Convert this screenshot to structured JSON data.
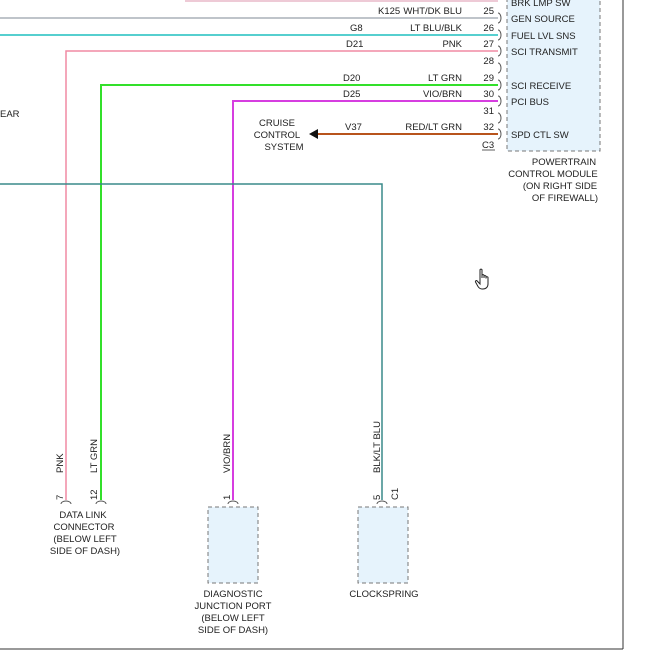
{
  "pcm": {
    "title_lines": [
      "POWERTRAIN",
      "CONTROL MODULE",
      "(ON RIGHT SIDE",
      "OF FIREWALL)"
    ],
    "pins": [
      {
        "circuit": "K125",
        "color": "WHT/DK BLU",
        "num": "25",
        "label": "GEN SOURCE"
      },
      {
        "circuit": "G8",
        "color": "LT BLU/BLK",
        "num": "26",
        "label": "FUEL LVL SNS"
      },
      {
        "circuit": "D21",
        "color": "PNK",
        "num": "27",
        "label": "SCI TRANSMIT"
      },
      {
        "circuit": "",
        "color": "",
        "num": "28",
        "label": ""
      },
      {
        "circuit": "D20",
        "color": "LT GRN",
        "num": "29",
        "label": "SCI RECEIVE"
      },
      {
        "circuit": "D25",
        "color": "VIO/BRN",
        "num": "30",
        "label": "PCI BUS"
      },
      {
        "circuit": "",
        "color": "",
        "num": "31",
        "label": ""
      },
      {
        "circuit": "V37",
        "color": "RED/LT GRN",
        "num": "32",
        "label": "SPD CTL SW"
      }
    ],
    "partial_top_label": "BRK LMP SW",
    "connector_id": "C3"
  },
  "left_cut_text": "EAR",
  "cruise": {
    "lines": [
      "CRUISE",
      "CONTROL",
      "SYSTEM"
    ]
  },
  "dlc": {
    "wires": [
      {
        "label": "PNK",
        "pin": "7"
      },
      {
        "label": "LT GRN",
        "pin": "12"
      }
    ],
    "title_lines": [
      "DATA LINK",
      "CONNECTOR",
      "(BELOW LEFT",
      "SIDE OF DASH)"
    ]
  },
  "djp": {
    "wire": {
      "label": "VIO/BRN",
      "pin": "1"
    },
    "title_lines": [
      "DIAGNOSTIC",
      "JUNCTION PORT",
      "(BELOW LEFT",
      "SIDE OF DASH)"
    ]
  },
  "clockspring": {
    "wire": {
      "label": "BLK/LT BLU",
      "pin": "5",
      "connector": "C1"
    },
    "title": "CLOCKSPRING"
  },
  "colors": {
    "pink": "#f08aa4",
    "green": "#33e02a",
    "violet": "#d63ee0",
    "teal": "#3a8a8a",
    "cyan": "#1ebfbf",
    "orange": "#b8541c",
    "gray": "#aab0b8",
    "box_fill": "#e6f3fc"
  }
}
